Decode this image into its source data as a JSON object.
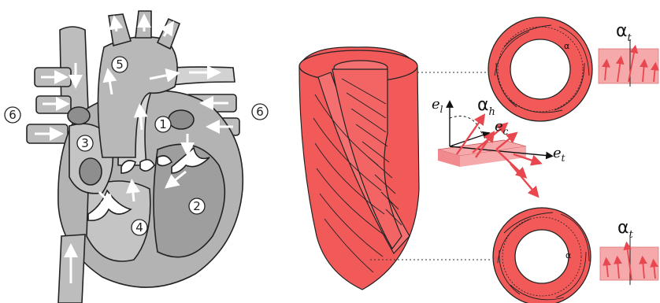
{
  "heart_labels": [
    "1",
    "2",
    "3",
    "4",
    "5",
    "6",
    "6"
  ],
  "axis_labels": {
    "e_l": "e",
    "e_l_sub": "l",
    "e_c": "e",
    "e_c_sub": "c",
    "e_t": "e",
    "e_t_sub": "t",
    "alpha_h": "α",
    "alpha_h_sub": "h"
  },
  "inset_labels": {
    "top_alpha_t": "α",
    "top_alpha_t_sub": "t",
    "top_alpha_small": "α",
    "bottom_alpha_t": "α",
    "bottom_alpha_t_sub": "t",
    "bottom_alpha_small": "α"
  },
  "colors": {
    "heart_gray": "#b3b3b3",
    "heart_dark": "#8e8e8e",
    "heart_light": "#d2d2d2",
    "muscle_red": "#f25a5a",
    "arrow_red": "#e8474f",
    "pale_red": "#f6a9ab"
  }
}
